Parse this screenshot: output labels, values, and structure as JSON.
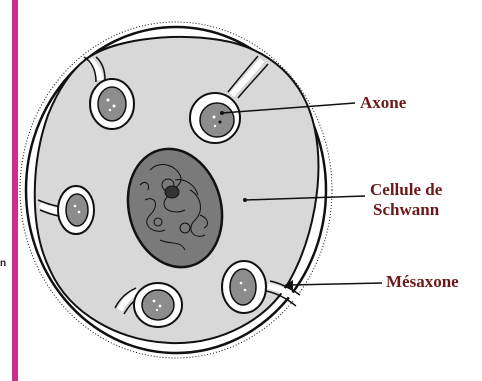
{
  "colors": {
    "side_bar": "#c9308e",
    "label_text": "#6b1a1a",
    "cytoplasm": "#d8d8d8",
    "axon_fill": "#8c8c8c",
    "nucleus_fill": "#7a7a7a",
    "outline": "#111111"
  },
  "side_text": "n",
  "labels": {
    "axone": "Axone",
    "schwann_line1": "Cellule de",
    "schwann_line2": "Schwann",
    "mesaxone": "Mésaxone"
  }
}
